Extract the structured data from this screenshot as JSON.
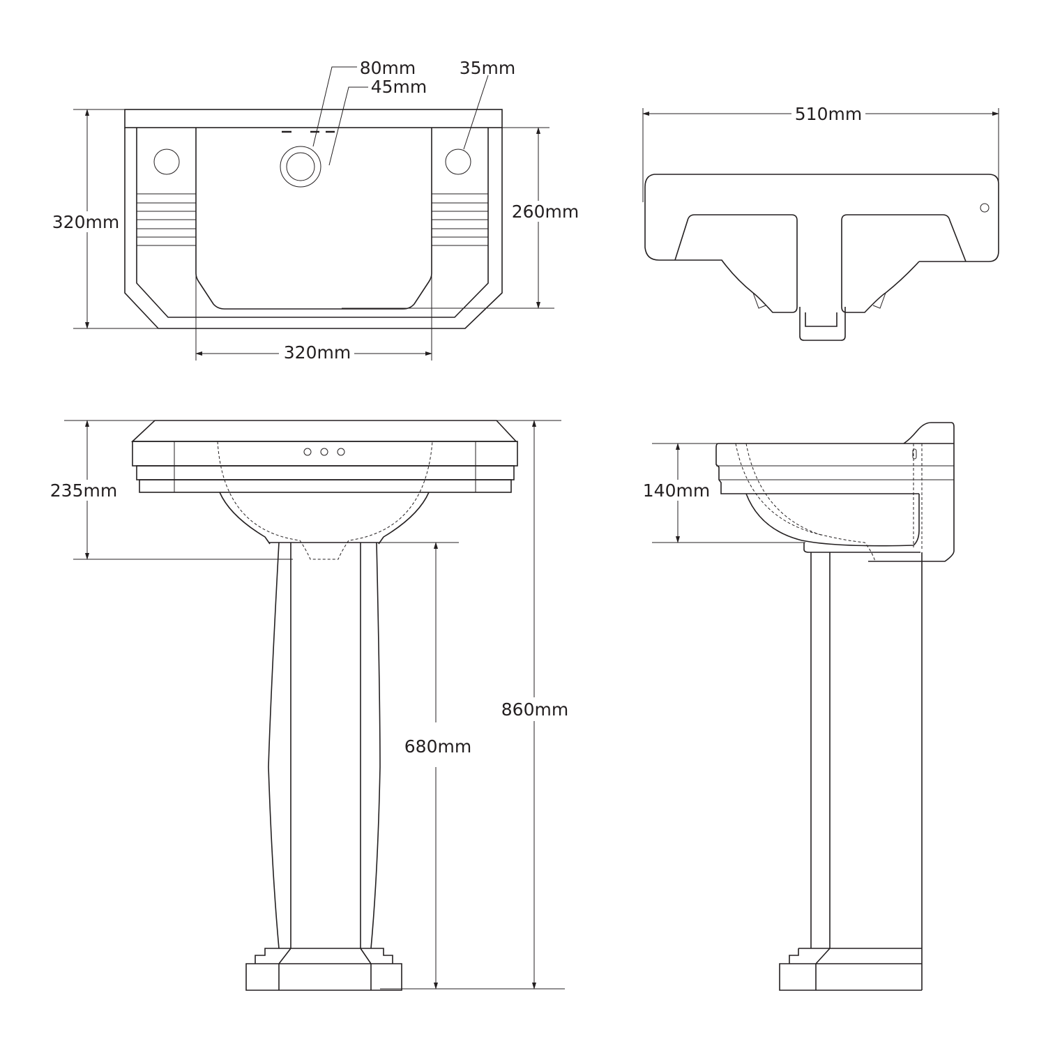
{
  "plan_view": {
    "tap_hole_outer": "80mm",
    "tap_hole_inner": "45mm",
    "side_hole": "35mm",
    "depth": "320mm",
    "bowl_depth": "260mm",
    "bowl_width": "320mm"
  },
  "rear_view": {
    "width": "510mm"
  },
  "front_elevation": {
    "basin_height": "235mm",
    "pedestal_height": "680mm",
    "total_height": "860mm"
  },
  "side_elevation": {
    "basin_front_height": "140mm"
  },
  "colors": {
    "line": "#231f20",
    "background": "#ffffff"
  }
}
